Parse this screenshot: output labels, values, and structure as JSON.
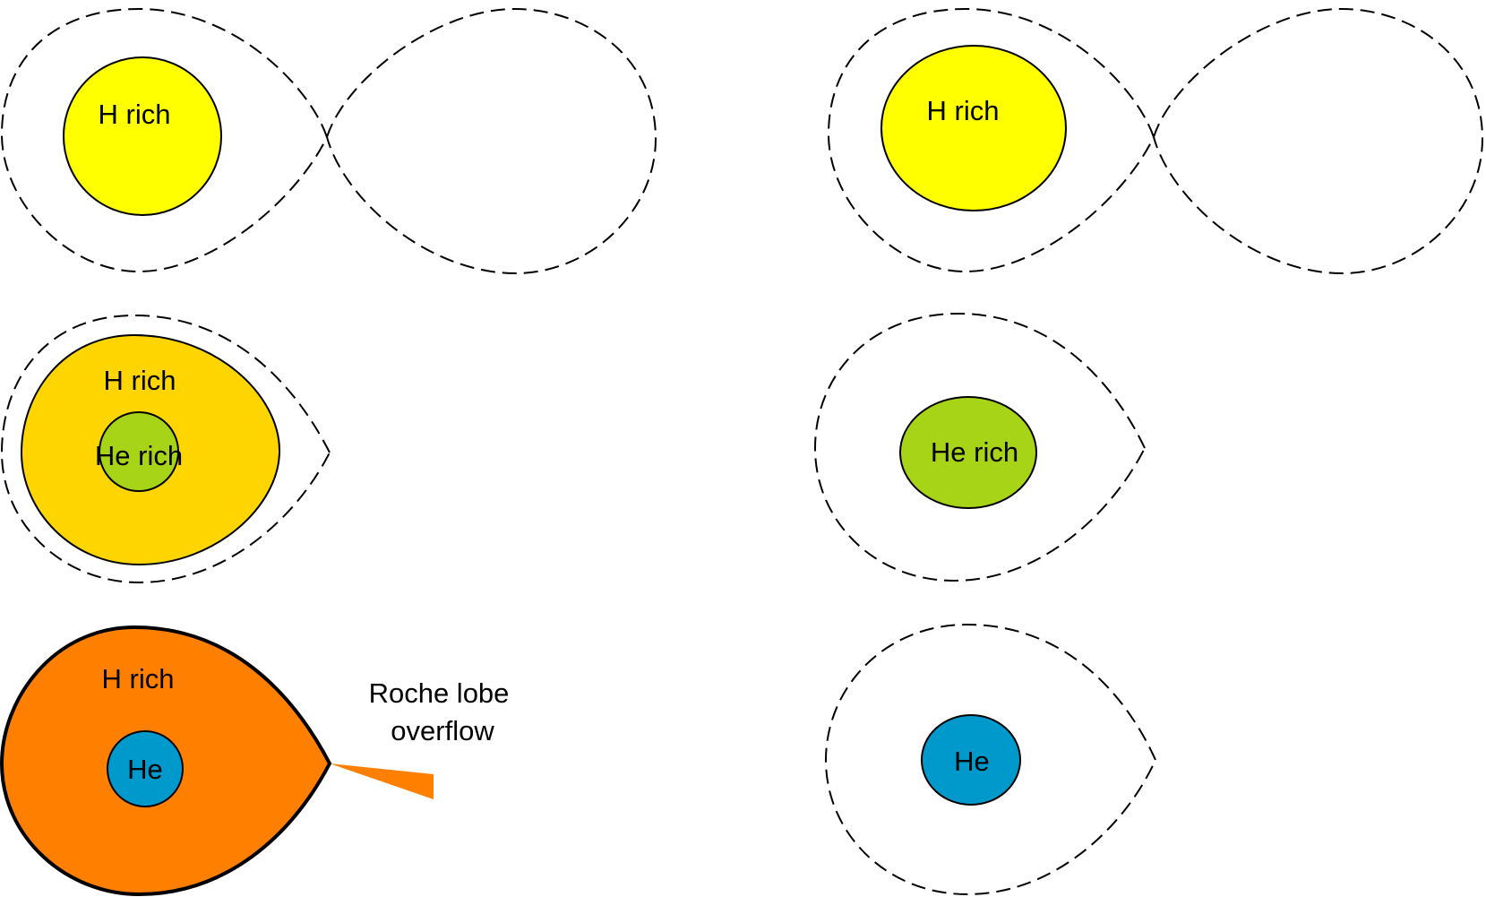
{
  "diagram": {
    "colors": {
      "h_rich_star": "#ffff00",
      "h_rich_giant": "#ffd500",
      "h_rich_overflow": "#ff7f00",
      "he_rich_core": "#a8d418",
      "he_core": "#0099cc",
      "outline": "#000000",
      "background": "#ffffff"
    },
    "labels": {
      "h_rich": "H rich",
      "he_rich": "He rich",
      "he": "He",
      "roche_lobe_line1": "Roche lobe",
      "roche_lobe_line2": "overflow"
    }
  }
}
